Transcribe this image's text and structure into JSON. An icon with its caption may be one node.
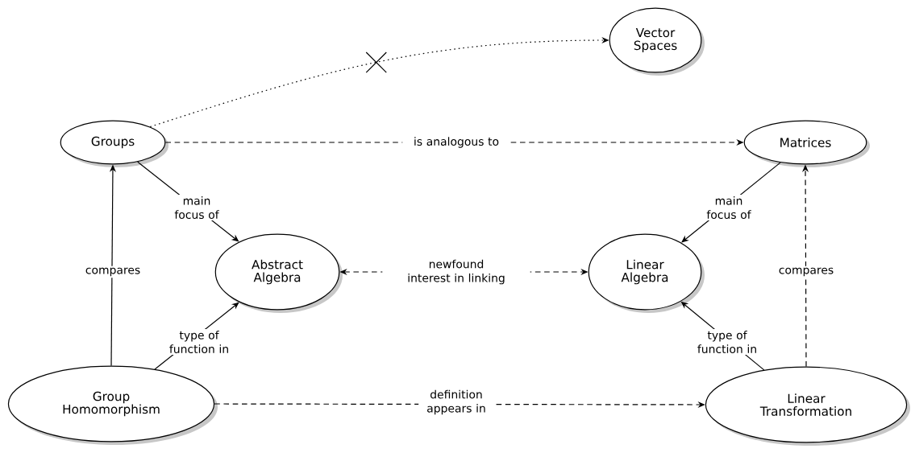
{
  "diagram": {
    "nodes": [
      {
        "text": [
          "Vector Spaces"
        ]
      },
      {
        "text": [
          "Groups"
        ]
      },
      {
        "text": [
          "Matrices"
        ]
      },
      {
        "text": [
          "Abstract Algebra"
        ]
      },
      {
        "text": [
          "Linear Algebra"
        ]
      },
      {
        "text": [
          "Group Homomorphism"
        ]
      },
      {
        "text": [
          "Linear Transformation"
        ]
      }
    ],
    "edges": [
      {
        "from": 1,
        "to": 0,
        "arrow": "to",
        "style": "dashed"
      },
      {
        "from": 1,
        "to": 2,
        "arrow": "to",
        "style": "dashed",
        "label": "is analogous to"
      },
      {
        "from": 1,
        "to": 3,
        "arrow": "to",
        "label": "main focus of"
      },
      {
        "from": 2,
        "to": 4,
        "arrow": "to",
        "label": "main focus of"
      },
      {
        "from": 3,
        "to": 4,
        "arrow": "both",
        "style": "dashed",
        "label": "newfound interest in linking"
      },
      {
        "from": 5,
        "to": 1,
        "arrow": "to",
        "label": "compares"
      },
      {
        "from": 5,
        "to": 3,
        "arrow": "to",
        "label": "type of function in"
      },
      {
        "from": 6,
        "to": 4,
        "arrow": "to",
        "label": "type of function in"
      },
      {
        "from": 6,
        "to": 2,
        "arrow": "to",
        "style": "dashed",
        "label": "compares"
      },
      {
        "from": 5,
        "to": 6,
        "arrow": "to",
        "style": "dashed",
        "label": "definition appears in"
      }
    ]
  }
}
